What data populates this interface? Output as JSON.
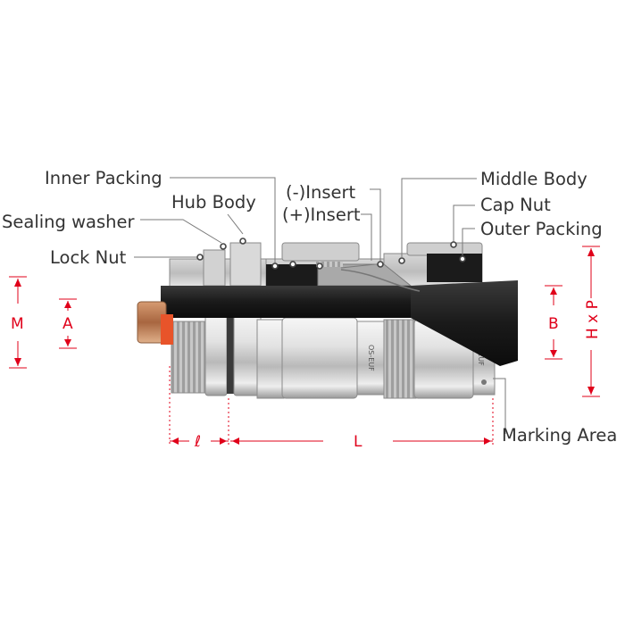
{
  "labels": {
    "inner_packing": "Inner Packing",
    "hub_body": "Hub Body",
    "sealing_washer": "Sealing washer",
    "lock_nut": "Lock Nut",
    "neg_insert": "(-)Insert",
    "pos_insert": "(+)Insert",
    "middle_body": "Middle Body",
    "cap_nut": "Cap Nut",
    "outer_packing": "Outer Packing",
    "marking_area": "Marking Area"
  },
  "dimensions": {
    "m": "M",
    "a": "A",
    "b": "B",
    "hxp": "H x P",
    "l_small": "ℓ",
    "l_big": "L"
  },
  "marking_text": "OS-EUF",
  "colors": {
    "dimension": "#e0001a",
    "metal_light": "#e9e9e9",
    "metal_dark": "#8e8e8e",
    "cable": "#1a1a1a",
    "copper": "#b8784e",
    "orange": "#e8542a"
  }
}
